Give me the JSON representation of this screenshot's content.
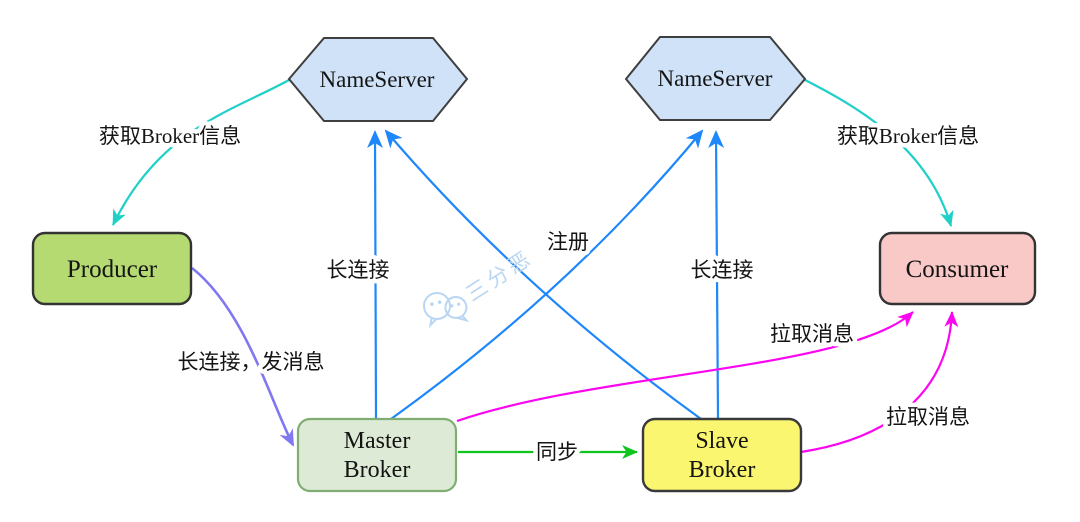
{
  "nodes": {
    "nameserver1": {
      "label": "NameServer"
    },
    "nameserver2": {
      "label": "NameServer"
    },
    "producer": {
      "label": "Producer"
    },
    "consumer": {
      "label": "Consumer"
    },
    "master_broker": {
      "line1": "Master",
      "line2": "Broker"
    },
    "slave_broker": {
      "line1": "Slave",
      "line2": "Broker"
    }
  },
  "edges": [
    {
      "from": "nameserver1",
      "to": "producer",
      "label": "获取Broker信息",
      "color": "cyan"
    },
    {
      "from": "nameserver2",
      "to": "consumer",
      "label": "获取Broker信息",
      "color": "cyan"
    },
    {
      "from": "master_broker",
      "to": "nameserver1",
      "label": "长连接",
      "color": "blue"
    },
    {
      "from": "master_broker",
      "to": "nameserver2",
      "label": "注册",
      "color": "blue"
    },
    {
      "from": "slave_broker",
      "to": "nameserver1",
      "label": "注册",
      "color": "blue"
    },
    {
      "from": "slave_broker",
      "to": "nameserver2",
      "label": "长连接",
      "color": "blue"
    },
    {
      "from": "producer",
      "to": "master_broker",
      "label": "长连接，发消息",
      "color": "purple"
    },
    {
      "from": "master_broker",
      "to": "slave_broker",
      "label": "同步",
      "color": "green"
    },
    {
      "from": "master_broker",
      "to": "consumer",
      "label": "拉取消息",
      "color": "magenta"
    },
    {
      "from": "slave_broker",
      "to": "consumer",
      "label": "拉取消息",
      "color": "magenta"
    }
  ],
  "watermark": {
    "text": "三分恶",
    "icon": "wechat-icon"
  },
  "colors": {
    "cyan": "#1ed0c8",
    "blue": "#1e87fa",
    "magenta": "#fb06f0",
    "purple": "#8078f0",
    "green": "#0ec41e",
    "nameserver_fill": "#cfe2f8",
    "producer_fill": "#b4da71",
    "consumer_fill": "#f9c9c7",
    "master_fill": "#ddebd6",
    "master_border": "#7fad74",
    "slave_fill": "#fbf66f",
    "node_border": "#333333",
    "watermark_color": "#b9d6f2"
  }
}
